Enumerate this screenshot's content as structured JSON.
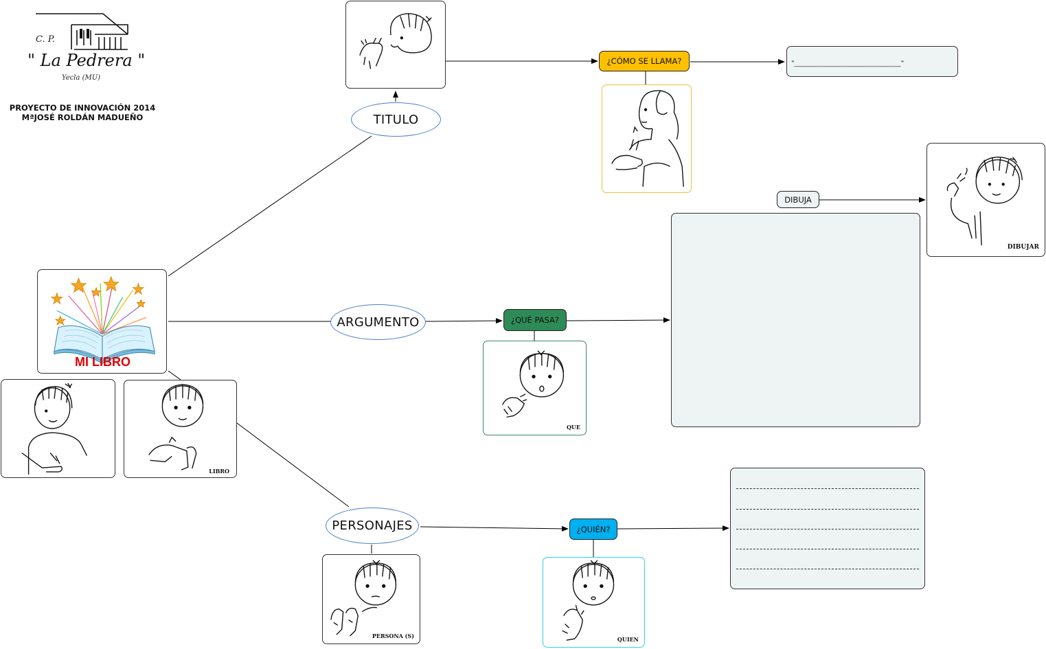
{
  "school": {
    "prefix": "C. P.",
    "name": "\" La Pedrera \"",
    "town": "Yecla (MU)"
  },
  "project": {
    "line1": "PROYECTO DE INNOVACIÓN 2014",
    "line2": "MªJOSÉ ROLDÁN MADUEÑO"
  },
  "center": {
    "label": "MI LIBRO",
    "sign_caption": "LIBRO"
  },
  "branches": {
    "titulo": "TITULO",
    "argumento": "ARGUMENTO",
    "personajes": "PERSONAJES"
  },
  "questions": {
    "como_se_llama": "¿CÓMO SE LLAMA?",
    "que_pasa": "¿QUÉ PASA?",
    "quien": "¿QUIÉN?",
    "dibuja": "DIBUJA"
  },
  "sign_captions": {
    "que": "QUE",
    "persona": "PERSONA (S)",
    "quien": "QUIEN",
    "dibujar": "DIBUJAR"
  },
  "answer_field": {
    "text": "\"_______________________________\""
  },
  "colors": {
    "como_se_llama": "#ffc000",
    "que_pasa": "#2e8b57",
    "quien": "#00b0f0",
    "dibuja": "#eef3f4",
    "oval_border": "#4a7fc8",
    "title_red": "#e00000"
  }
}
